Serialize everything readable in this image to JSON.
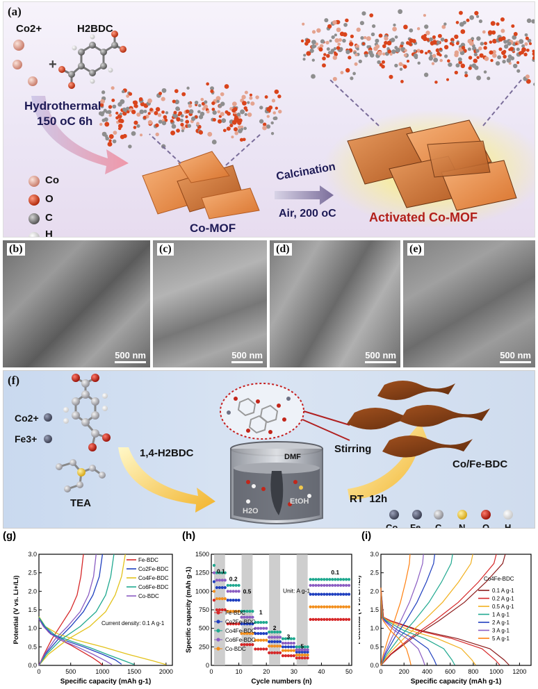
{
  "panel_a": {
    "label": "(a)",
    "co_ion": "Co2+",
    "h2bdc": "H2BDC",
    "plus": "+",
    "hydrothermal": "Hydrothermal",
    "temp_time": "150 oC 6h",
    "legend": [
      "Co",
      "O",
      "C",
      "H"
    ],
    "legend_colors": [
      "#e4a38f",
      "#d9441c",
      "#8e8e8e",
      "#f4f4f4"
    ],
    "co_mof": "Co-MOF",
    "calcination": "Calcination",
    "air_temp": "Air, 200 oC",
    "activated": "Activated Co-MOF"
  },
  "sem": [
    {
      "label": "(b)",
      "scale": "500 nm"
    },
    {
      "label": "(c)",
      "scale": "500 nm"
    },
    {
      "label": "(d)",
      "scale": "500 nm"
    },
    {
      "label": "(e)",
      "scale": "500 nm"
    }
  ],
  "panel_f": {
    "label": "(f)",
    "co_ion": "Co2+",
    "fe_ion": "Fe3+",
    "tea": "TEA",
    "linker": "1,4-H2BDC",
    "dmf": "DMF",
    "etoh": "EtOH",
    "h2o": "H2O",
    "stirring": "Stirring",
    "rt": "RT  12h",
    "product": "Co/Fe-BDC",
    "legend": [
      "Co",
      "Fe",
      "C",
      "N",
      "O",
      "H"
    ],
    "legend_colors": [
      "#55596a",
      "#6f7184",
      "#a9abb3",
      "#f2c94c",
      "#c2261a",
      "#f7f7f7"
    ]
  },
  "chart_data": [
    {
      "type": "line",
      "panel_label": "(g)",
      "xlabel": "Specific capacity (mAh g-1)",
      "ylabel": "Potential (V vs. Li+/Li)",
      "xlim": [
        0,
        2100
      ],
      "ylim": [
        0,
        3.0
      ],
      "xticks": [
        0,
        500,
        1000,
        1500,
        2000
      ],
      "yticks": [
        0.0,
        0.5,
        1.0,
        1.5,
        2.0,
        2.5,
        3.0
      ],
      "annotation": "Current density: 0.1 A g-1",
      "series": [
        {
          "name": "Fe-BDC",
          "color": "#d62728",
          "discharge": [
            [
              0,
              1.28
            ],
            [
              60,
              1.1
            ],
            [
              150,
              0.9
            ],
            [
              300,
              0.72
            ],
            [
              500,
              0.55
            ],
            [
              700,
              0.35
            ],
            [
              850,
              0.2
            ],
            [
              950,
              0.08
            ],
            [
              1000,
              0.01
            ]
          ],
          "charge": [
            [
              0,
              0
            ],
            [
              80,
              0.3
            ],
            [
              200,
              0.7
            ],
            [
              350,
              1.1
            ],
            [
              500,
              1.5
            ],
            [
              600,
              1.9
            ],
            [
              660,
              2.4
            ],
            [
              700,
              3.0
            ]
          ]
        },
        {
          "name": "Co2Fe-BDC",
          "color": "#1f3fbf",
          "discharge": [
            [
              0,
              1.3
            ],
            [
              80,
              1.05
            ],
            [
              200,
              0.85
            ],
            [
              400,
              0.68
            ],
            [
              700,
              0.5
            ],
            [
              1000,
              0.3
            ],
            [
              1200,
              0.15
            ],
            [
              1300,
              0.03
            ]
          ],
          "charge": [
            [
              0,
              0
            ],
            [
              100,
              0.3
            ],
            [
              300,
              0.7
            ],
            [
              500,
              1.05
            ],
            [
              700,
              1.45
            ],
            [
              850,
              1.9
            ],
            [
              950,
              2.4
            ],
            [
              1000,
              3.0
            ]
          ]
        },
        {
          "name": "Co4Fe-BDC",
          "color": "#e3c21a",
          "discharge": [
            [
              0,
              1.32
            ],
            [
              100,
              1.05
            ],
            [
              300,
              0.85
            ],
            [
              600,
              0.68
            ],
            [
              1000,
              0.5
            ],
            [
              1400,
              0.3
            ],
            [
              1800,
              0.12
            ],
            [
              2000,
              0.02
            ]
          ],
          "charge": [
            [
              0,
              0
            ],
            [
              150,
              0.3
            ],
            [
              450,
              0.7
            ],
            [
              800,
              1.05
            ],
            [
              1050,
              1.45
            ],
            [
              1200,
              1.9
            ],
            [
              1300,
              2.4
            ],
            [
              1360,
              3.0
            ]
          ]
        },
        {
          "name": "Co6Fe-BDC",
          "color": "#1fa88f",
          "discharge": [
            [
              0,
              1.3
            ],
            [
              100,
              1.05
            ],
            [
              250,
              0.82
            ],
            [
              500,
              0.66
            ],
            [
              800,
              0.48
            ],
            [
              1100,
              0.28
            ],
            [
              1350,
              0.12
            ],
            [
              1500,
              0.02
            ]
          ],
          "charge": [
            [
              0,
              0
            ],
            [
              120,
              0.3
            ],
            [
              350,
              0.7
            ],
            [
              650,
              1.05
            ],
            [
              900,
              1.45
            ],
            [
              1050,
              1.9
            ],
            [
              1130,
              2.4
            ],
            [
              1180,
              3.0
            ]
          ]
        },
        {
          "name": "Co-BDC",
          "color": "#8a5cc2",
          "discharge": [
            [
              0,
              1.25
            ],
            [
              70,
              1.05
            ],
            [
              180,
              0.85
            ],
            [
              350,
              0.68
            ],
            [
              600,
              0.5
            ],
            [
              850,
              0.3
            ],
            [
              1050,
              0.12
            ],
            [
              1150,
              0.02
            ]
          ],
          "charge": [
            [
              0,
              0
            ],
            [
              90,
              0.3
            ],
            [
              250,
              0.7
            ],
            [
              450,
              1.05
            ],
            [
              650,
              1.45
            ],
            [
              780,
              1.9
            ],
            [
              860,
              2.4
            ],
            [
              900,
              3.0
            ]
          ]
        }
      ]
    },
    {
      "type": "scatter",
      "panel_label": "(h)",
      "xlabel": "Cycle numbers (n)",
      "ylabel": "Specific capacity (mAh g-1)",
      "xlim": [
        0,
        51
      ],
      "ylim": [
        0,
        1500
      ],
      "xticks": [
        0,
        10,
        20,
        30,
        40,
        50
      ],
      "yticks": [
        0,
        250,
        500,
        750,
        1000,
        1250,
        1500
      ],
      "annotation": "Unit: A g-1",
      "rate_labels": [
        {
          "text": "0.1",
          "x": 3.5,
          "y": 1240
        },
        {
          "text": "0.2",
          "x": 8,
          "y": 1140
        },
        {
          "text": "0.5",
          "x": 13,
          "y": 970
        },
        {
          "text": "1",
          "x": 18,
          "y": 690
        },
        {
          "text": "2",
          "x": 23,
          "y": 480
        },
        {
          "text": "3",
          "x": 28,
          "y": 360
        },
        {
          "text": "5",
          "x": 33,
          "y": 230
        },
        {
          "text": "0.1",
          "x": 45,
          "y": 1230
        }
      ],
      "shaded_cycles": [
        [
          1,
          5
        ],
        [
          11,
          15
        ],
        [
          21,
          25
        ],
        [
          31,
          35
        ]
      ],
      "series": [
        {
          "name": "Fe-BDC",
          "color": "#d62728",
          "levels": [
            750,
            560,
            280,
            220,
            170,
            130,
            100,
            620
          ],
          "first": 880
        },
        {
          "name": "Co2Fe-BDC",
          "color": "#1f3fbf",
          "levels": [
            1050,
            880,
            560,
            430,
            320,
            250,
            180,
            960
          ],
          "first": 1130
        },
        {
          "name": "Co4Fe-BDC",
          "color": "#1fa88f",
          "levels": [
            1250,
            1080,
            730,
            580,
            450,
            360,
            250,
            1160
          ],
          "first": 1350
        },
        {
          "name": "Co6Fe-BDC",
          "color": "#8a5cc2",
          "levels": [
            1150,
            1000,
            650,
            500,
            380,
            300,
            210,
            1080
          ],
          "first": 1250
        },
        {
          "name": "Co-BDC",
          "color": "#f28e1c",
          "levels": [
            900,
            730,
            430,
            340,
            260,
            200,
            140,
            790
          ],
          "first": 1000
        }
      ]
    },
    {
      "type": "line",
      "panel_label": "(i)",
      "xlabel": "Specific capacity (mAh g-1)",
      "ylabel": "Potential (V vs. Li+/Li)",
      "xlim": [
        0,
        1300
      ],
      "ylim": [
        0,
        3.0
      ],
      "xticks": [
        0,
        200,
        400,
        600,
        800,
        1000,
        1200
      ],
      "yticks": [
        0.0,
        0.5,
        1.0,
        1.5,
        2.0,
        2.5,
        3.0
      ],
      "legend_title": "Co4Fe-BDC",
      "series": [
        {
          "name": "0.1 A g-1",
          "color": "#8b1a1a",
          "capacity": 1110
        },
        {
          "name": "0.2 A g-1",
          "color": "#d62728",
          "capacity": 1030
        },
        {
          "name": "0.5 A g-1",
          "color": "#f2b01e",
          "capacity": 820
        },
        {
          "name": "1 A g-1",
          "color": "#1fa88f",
          "capacity": 640
        },
        {
          "name": "2 A g-1",
          "color": "#1f3fbf",
          "capacity": 480
        },
        {
          "name": "3 A g-1",
          "color": "#8a5cc2",
          "capacity": 380
        },
        {
          "name": "5 A g-1",
          "color": "#ff7f0e",
          "capacity": 260
        }
      ]
    }
  ]
}
